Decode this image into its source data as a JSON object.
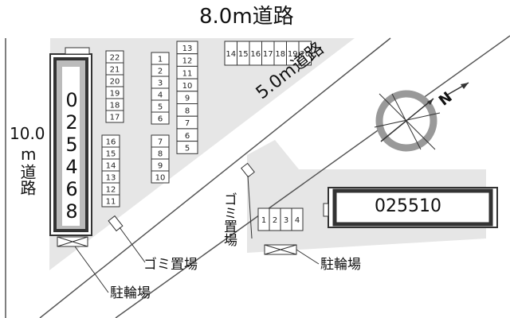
{
  "roads": {
    "top": "8.0m道路",
    "diagonal": "5.0m道路",
    "left_number": "10.0",
    "left_unit": "m",
    "left_text": "道路"
  },
  "buildings": {
    "left_id": "025468",
    "right_id": "025510"
  },
  "parking": {
    "left_group_a": [
      "22",
      "21",
      "20",
      "19",
      "18",
      "17"
    ],
    "left_group_b": [
      "16",
      "15",
      "14",
      "13",
      "12",
      "11"
    ],
    "mid_group_a": [
      "1",
      "2",
      "3",
      "4",
      "5",
      "6"
    ],
    "mid_group_b": [
      "7",
      "8",
      "9",
      "10"
    ],
    "col_group_a": [
      "13",
      "12",
      "11",
      "10",
      "9",
      "8",
      "7",
      "6",
      "5"
    ],
    "top_row": [
      "14",
      "15",
      "16",
      "17",
      "18",
      "19",
      "20"
    ],
    "right_lot": [
      "1",
      "2",
      "3",
      "4"
    ]
  },
  "labels": {
    "garbage_1": "ゴミ置場",
    "bike_1": "駐輪場",
    "garbage_2": "ゴミ置場",
    "bike_2": "駐輪場"
  },
  "compass": {
    "north": "N"
  },
  "colors": {
    "lot": "#e6e6e6",
    "line": "#333333",
    "building": "#333333"
  }
}
